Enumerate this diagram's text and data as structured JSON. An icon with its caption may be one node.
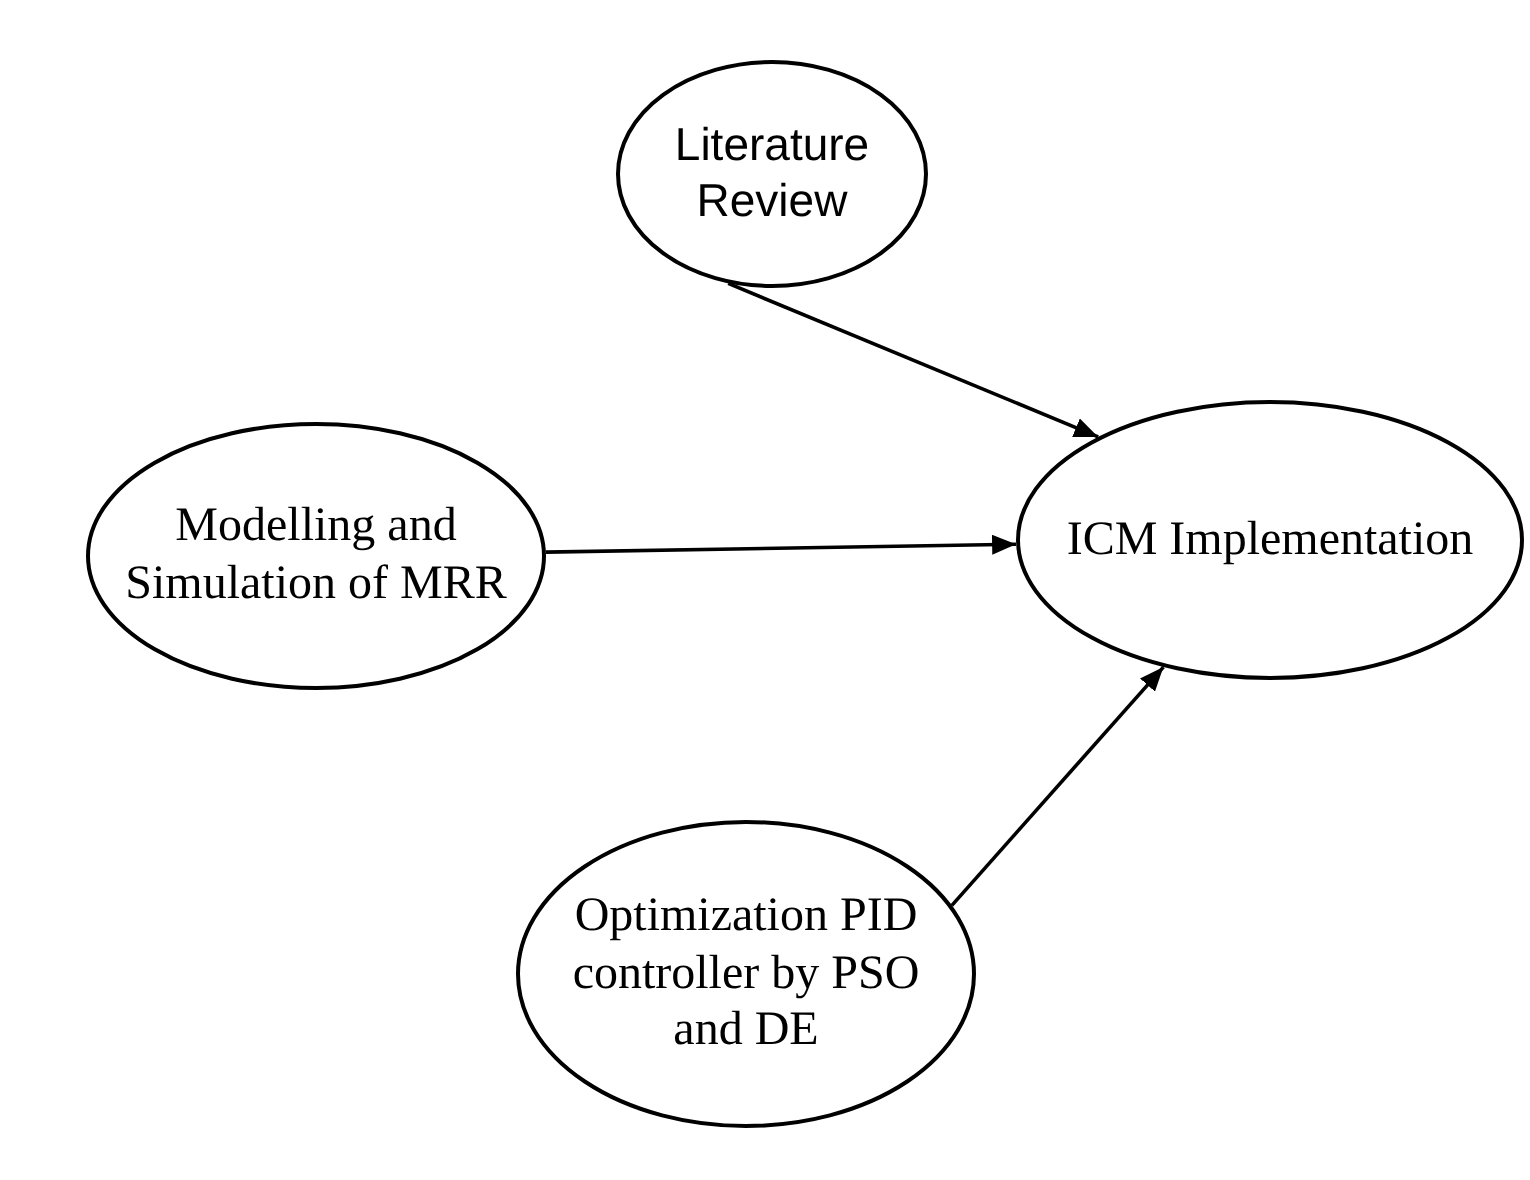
{
  "diagram": {
    "nodes": [
      {
        "text": [
          "Literature Review"
        ]
      },
      {
        "text": [
          "Modelling and Simulation of MRR"
        ]
      },
      {
        "text": [
          "ICM Implementation"
        ]
      },
      {
        "text": [
          "Optimization PID controller by PSO and DE"
        ]
      }
    ],
    "edges": [
      {
        "from": 0,
        "to": 2,
        "arrow": "to"
      },
      {
        "from": 1,
        "to": 2,
        "arrow": "to"
      },
      {
        "from": 3,
        "to": 2,
        "arrow": "to"
      }
    ]
  }
}
